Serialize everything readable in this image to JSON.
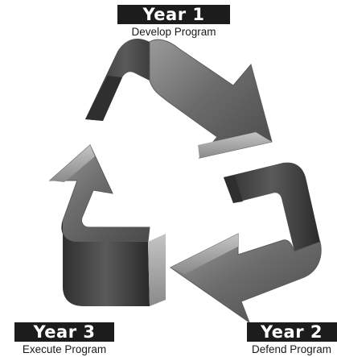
{
  "stages": [
    {
      "year": "Year 1",
      "caption": "Develop Program"
    },
    {
      "year": "Year 2",
      "caption": "Defend Program"
    },
    {
      "year": "Year 3",
      "caption": "Execute Program"
    }
  ],
  "colors": {
    "arrow_face": "#707070",
    "arrow_side": "#3c3c3c",
    "arrow_edge": "#a8a8a8",
    "label_bg": "#1c1c1c",
    "label_text": "#ffffff",
    "caption_text": "#1a1a1a"
  }
}
